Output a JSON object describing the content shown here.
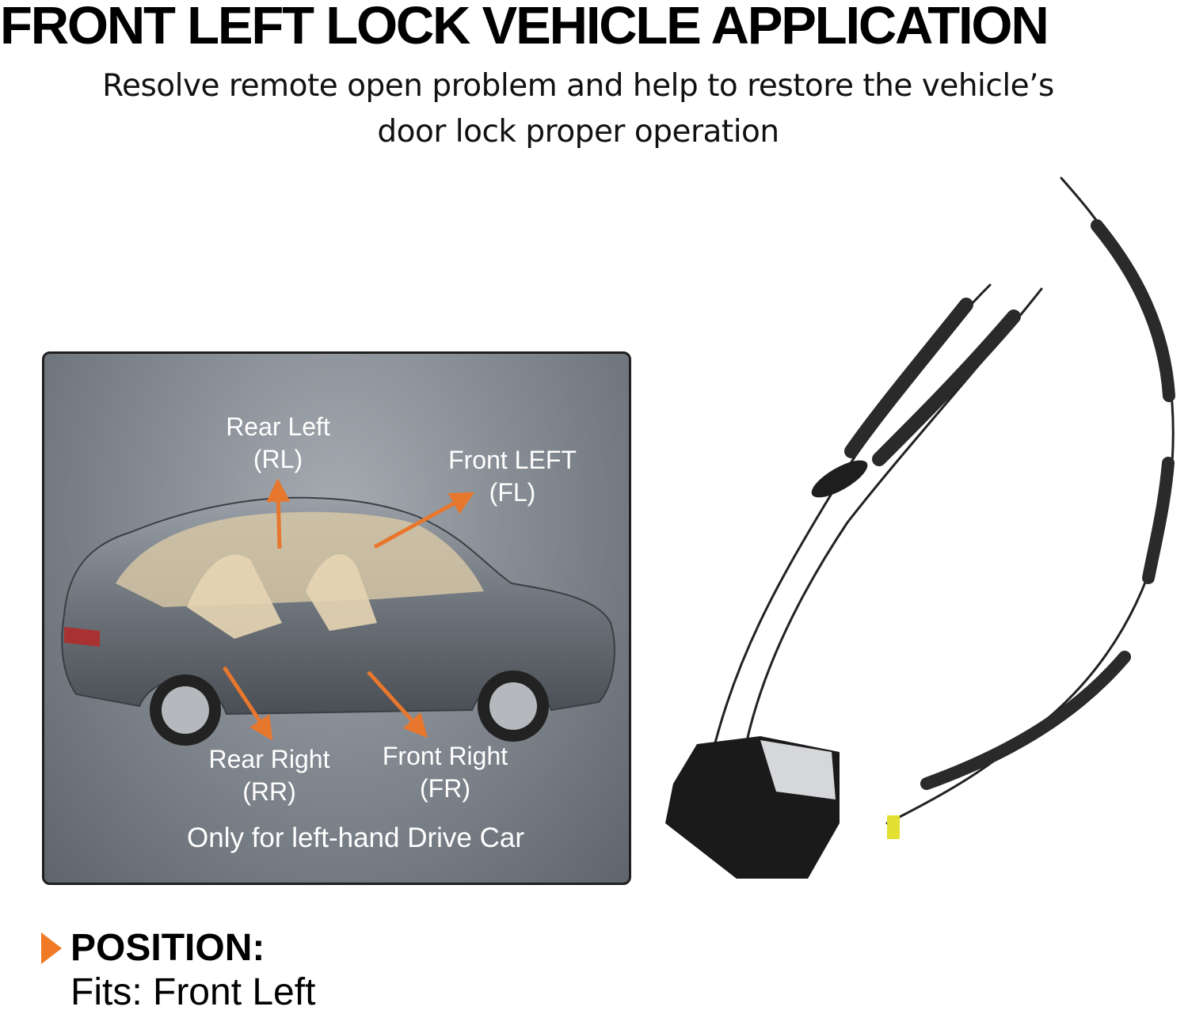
{
  "header": {
    "title": "FRONT LEFT LOCK VEHICLE APPLICATION",
    "subtitle_line1": "Resolve remote open problem and help to restore the vehicle’s",
    "subtitle_line2": "door lock proper operation"
  },
  "diagram": {
    "labels": {
      "rear_left": "Rear Left",
      "rear_left_code": "(RL)",
      "front_left": "Front LEFT",
      "front_left_code": "(FL)",
      "rear_right": "Rear Right",
      "rear_right_code": "(RR)",
      "front_right": "Front Right",
      "front_right_code": "(FR)"
    },
    "note": "Only for left-hand Drive Car",
    "arrow_color": "#e8772e"
  },
  "position": {
    "title": "POSITION:",
    "fits": "Fits: Front Left",
    "icon": "triangle-right-icon",
    "accent": "#f07a26"
  }
}
